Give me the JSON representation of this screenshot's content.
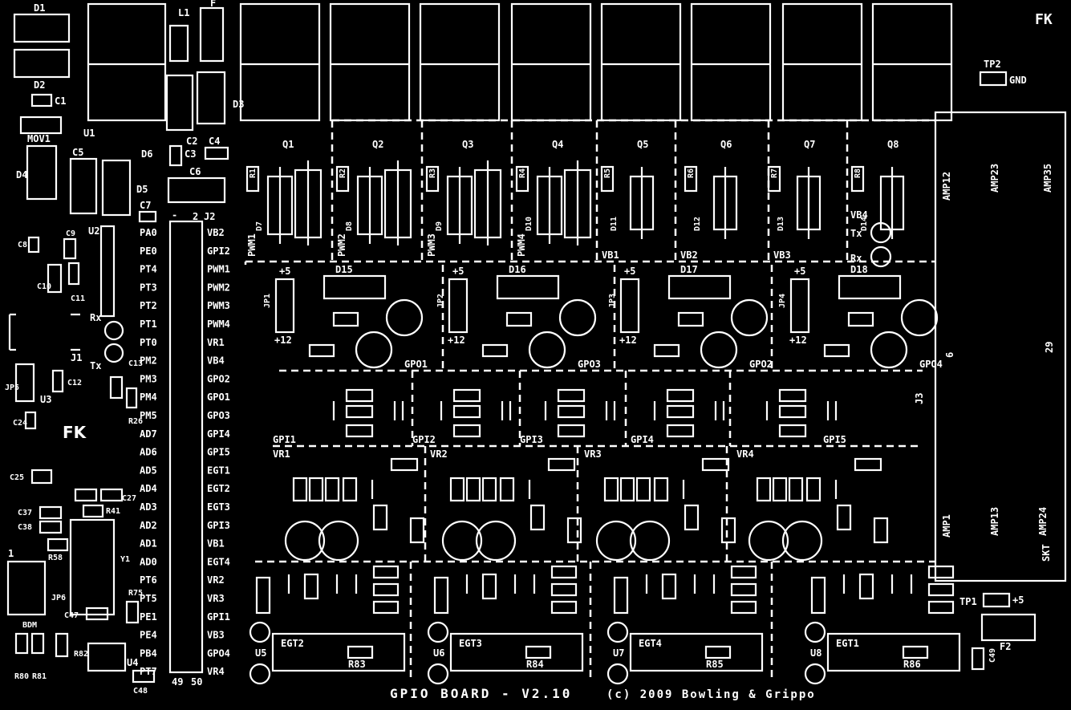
{
  "board": {
    "title": "GPIO BOARD - V2.10",
    "copyright": "(c) 2009 Bowling & Grippo",
    "corner_mark": "FK",
    "fk_mark": "FK"
  },
  "labels": {
    "tp2": "TP2",
    "gnd": "GND",
    "tp1": "TP1",
    "plus5": "+5",
    "u1": "U1",
    "u2": "U2",
    "u3": "U3",
    "u4": "U4",
    "j1": "J1",
    "j2": "J2",
    "j3": "J3",
    "d1": "D1",
    "d2": "D2",
    "d3": "D3",
    "d4": "D4",
    "d5": "D5",
    "d6": "D6",
    "c1": "C1",
    "c2": "C2",
    "c3": "C3",
    "c4": "C4",
    "c5": "C5",
    "c6": "C6",
    "c7": "C7",
    "mov1": "MOV1",
    "l1": "L1",
    "f": "F",
    "f2": "F2",
    "c47": "C47",
    "c48": "C48",
    "c49": "C49",
    "rx": "Rx",
    "tx": "Tx",
    "rx2": "Rx",
    "tx2": "Tx",
    "vb4": "VB4",
    "jp5": "JP5",
    "jp6": "JP6",
    "bdm": "BDM",
    "r80": "R80",
    "r81": "R81",
    "r82": "R82",
    "r58": "R58",
    "r41": "R41",
    "r75": "R75",
    "r26": "R26",
    "c37": "C37",
    "c38": "C38",
    "c25": "C25",
    "c24": "C24",
    "c27": "C27",
    "y1": "Y1",
    "c8": "C8",
    "c9": "C9",
    "c10": "C10",
    "c11": "C11",
    "c12": "C12",
    "c13": "C13",
    "pin1": "1",
    "pin2": "2",
    "pin49": "49",
    "pin50": "50"
  },
  "j2_left_pins": [
    "PA0",
    "PE0",
    "PT4",
    "PT3",
    "PT2",
    "PT1",
    "PT0",
    "PM2",
    "PM3",
    "PM4",
    "PM5",
    "AD7",
    "AD6",
    "AD5",
    "AD4",
    "AD3",
    "AD2",
    "AD1",
    "AD0",
    "PT6",
    "PT5",
    "PE1",
    "PE4",
    "PB4",
    "PT7"
  ],
  "j2_right_pins": [
    "VB2",
    "GPI2",
    "PWM1",
    "PWM2",
    "PWM3",
    "PWM4",
    "VR1",
    "VB4",
    "GPO2",
    "GPO1",
    "GPO3",
    "GPI4",
    "GPI5",
    "EGT1",
    "EGT2",
    "EGT3",
    "GPI3",
    "VB1",
    "EGT4",
    "VR2",
    "VR3",
    "GPI1",
    "VB3",
    "GPO4",
    "VR4"
  ],
  "q_labels": [
    "Q1",
    "Q2",
    "Q3",
    "Q4",
    "Q5",
    "Q6",
    "Q7",
    "Q8"
  ],
  "pwm_labels": [
    "PWM1",
    "PWM2",
    "PWM3",
    "PWM4"
  ],
  "vb_labels": [
    "VB1",
    "VB2",
    "VB3"
  ],
  "jp_labels": [
    "JP1",
    "JP2",
    "JP3",
    "JP4"
  ],
  "gpo_labels": [
    "GPO1",
    "GPO3",
    "GPO2",
    "GPO4"
  ],
  "gpi_labels": [
    "GPI1",
    "GPI2",
    "GPI3",
    "GPI4",
    "GPI5"
  ],
  "vr_labels": [
    "VR1",
    "VR2",
    "VR3",
    "VR4"
  ],
  "egt_labels": [
    "EGT2",
    "EGT3",
    "EGT4",
    "EGT1"
  ],
  "egt_r": [
    "R83",
    "R84",
    "R85",
    "R86"
  ],
  "u_egt": [
    "U5",
    "U6",
    "U7",
    "U8"
  ],
  "amp_labels": [
    "AMP12",
    "AMP23",
    "AMP35",
    "AMP1",
    "AMP13",
    "AMP24"
  ],
  "j3_nums": [
    "6",
    "29"
  ],
  "skt": "SKT",
  "plus5": "+5",
  "plus12": "+12",
  "d_upper": [
    "D7",
    "D8",
    "D9",
    "D10",
    "D11",
    "D12",
    "D13",
    "D14"
  ],
  "d_mid": [
    "D15",
    "D16",
    "D17",
    "D18"
  ],
  "r_top": [
    "R1",
    "R2",
    "R3",
    "R4",
    "R5",
    "R6",
    "R7",
    "R8"
  ]
}
